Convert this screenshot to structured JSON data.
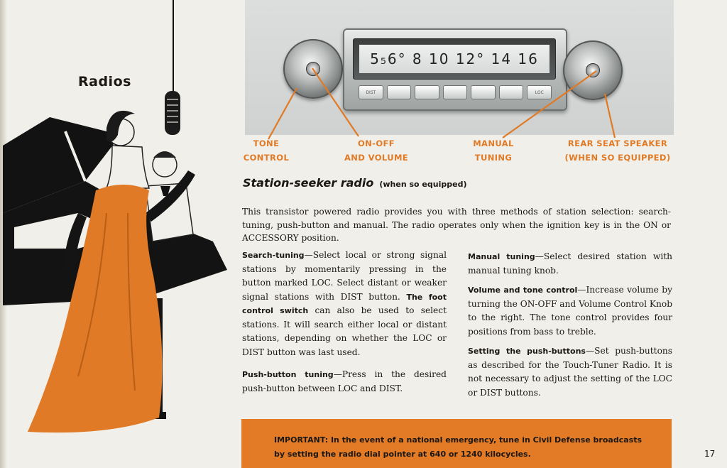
{
  "heading": "Radios",
  "dial_scale": "5₅6° 8 10 12° 14 16",
  "buttons": [
    "DIST",
    "",
    "",
    "",
    "",
    "",
    "LOC"
  ],
  "callouts": {
    "tone": [
      "TONE",
      "CONTROL"
    ],
    "onoff": [
      "ON-OFF",
      "AND VOLUME"
    ],
    "manual": [
      "MANUAL",
      "TUNING"
    ],
    "rear": [
      "REAR SEAT SPEAKER",
      "(WHEN SO EQUIPPED)"
    ]
  },
  "title": "Station-seeker radio",
  "title_note": "(when so equipped)",
  "intro": "This transistor powered radio provides you with three methods of station selection: search-tuning, push-button and manual. The radio operates only when the ignition key is in the ON or ACCESSORY position.",
  "left_column": {
    "search_lead": "Search-tuning",
    "search_text": "—Select local or strong signal stations by momentarily pressing in the button marked LOC. Select distant or weaker signal stations with DIST button.",
    "foot_lead": "The foot control switch",
    "foot_text": " can also be used to select stations. It will search either local or distant stations, depending on whether the LOC or DIST button was last used.",
    "push_lead": "Push-button tuning",
    "push_text": "—Press in the desired push-button between LOC and DIST."
  },
  "right_column": {
    "manual_lead": "Manual tuning",
    "manual_text": "—Select desired station with manual tuning knob.",
    "volume_lead": "Volume and tone control",
    "volume_text": "—Increase volume by turning the ON-OFF and Volume Control Knob to the right. The tone control provides four positions from bass to treble.",
    "setting_lead": "Setting the push-buttons",
    "setting_text": "—Set push-buttons as described for the Touch-Tuner Radio. It is not necessary to adjust the setting of the LOC or DIST buttons."
  },
  "important": {
    "label": "IMPORTANT:",
    "text": " In the event of a national emergency, tune in Civil Defense broadcasts by setting the radio dial pointer at 640 or 1240 kilocycles."
  },
  "page_number": "17",
  "colors": {
    "accent": "#e37b26",
    "paper": "#f1efe9",
    "ink": "#1a1714"
  }
}
